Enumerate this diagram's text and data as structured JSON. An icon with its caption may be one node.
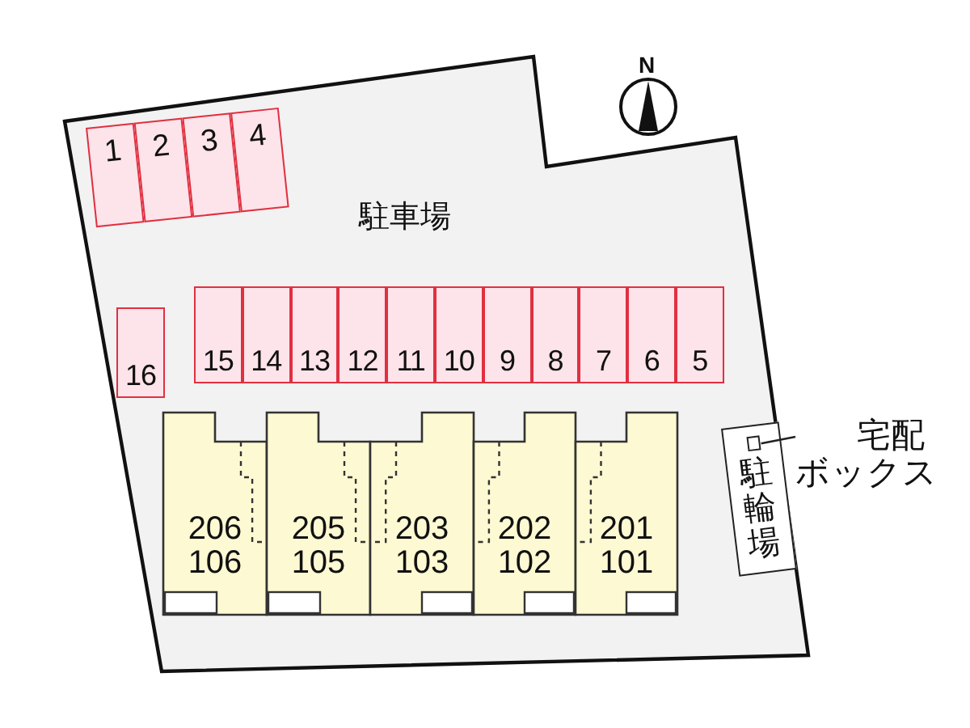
{
  "diagram": {
    "nodes": [
      {
        "text": [
          "1"
        ]
      },
      {
        "text": [
          "2"
        ]
      },
      {
        "text": [
          "3"
        ]
      },
      {
        "text": [
          "4"
        ]
      },
      {
        "text": [
          "5"
        ]
      },
      {
        "text": [
          "6"
        ]
      },
      {
        "text": [
          "7"
        ]
      },
      {
        "text": [
          "8"
        ]
      },
      {
        "text": [
          "9"
        ]
      },
      {
        "text": [
          "10"
        ]
      },
      {
        "text": [
          "11"
        ]
      },
      {
        "text": [
          "12"
        ]
      },
      {
        "text": [
          "13"
        ]
      },
      {
        "text": [
          "14"
        ]
      },
      {
        "text": [
          "15"
        ]
      },
      {
        "text": [
          "16"
        ]
      },
      {
        "text": [
          "206",
          "106"
        ]
      },
      {
        "text": [
          "205",
          "105"
        ]
      },
      {
        "text": [
          "203",
          "103"
        ]
      },
      {
        "text": [
          "202",
          "102"
        ]
      },
      {
        "text": [
          "201",
          "101"
        ]
      },
      {
        "text": [
          "駐輪場"
        ]
      },
      {
        "text": [],
        "shape": "box",
        "in": 21
      },
      {
        "text": [
          "宅配ボックス"
        ]
      }
    ],
    "edges": [
      {
        "from": 23,
        "to": 22,
        "arrow": "none"
      }
    ],
    "labels": [
      "N",
      "駐車場"
    ]
  }
}
